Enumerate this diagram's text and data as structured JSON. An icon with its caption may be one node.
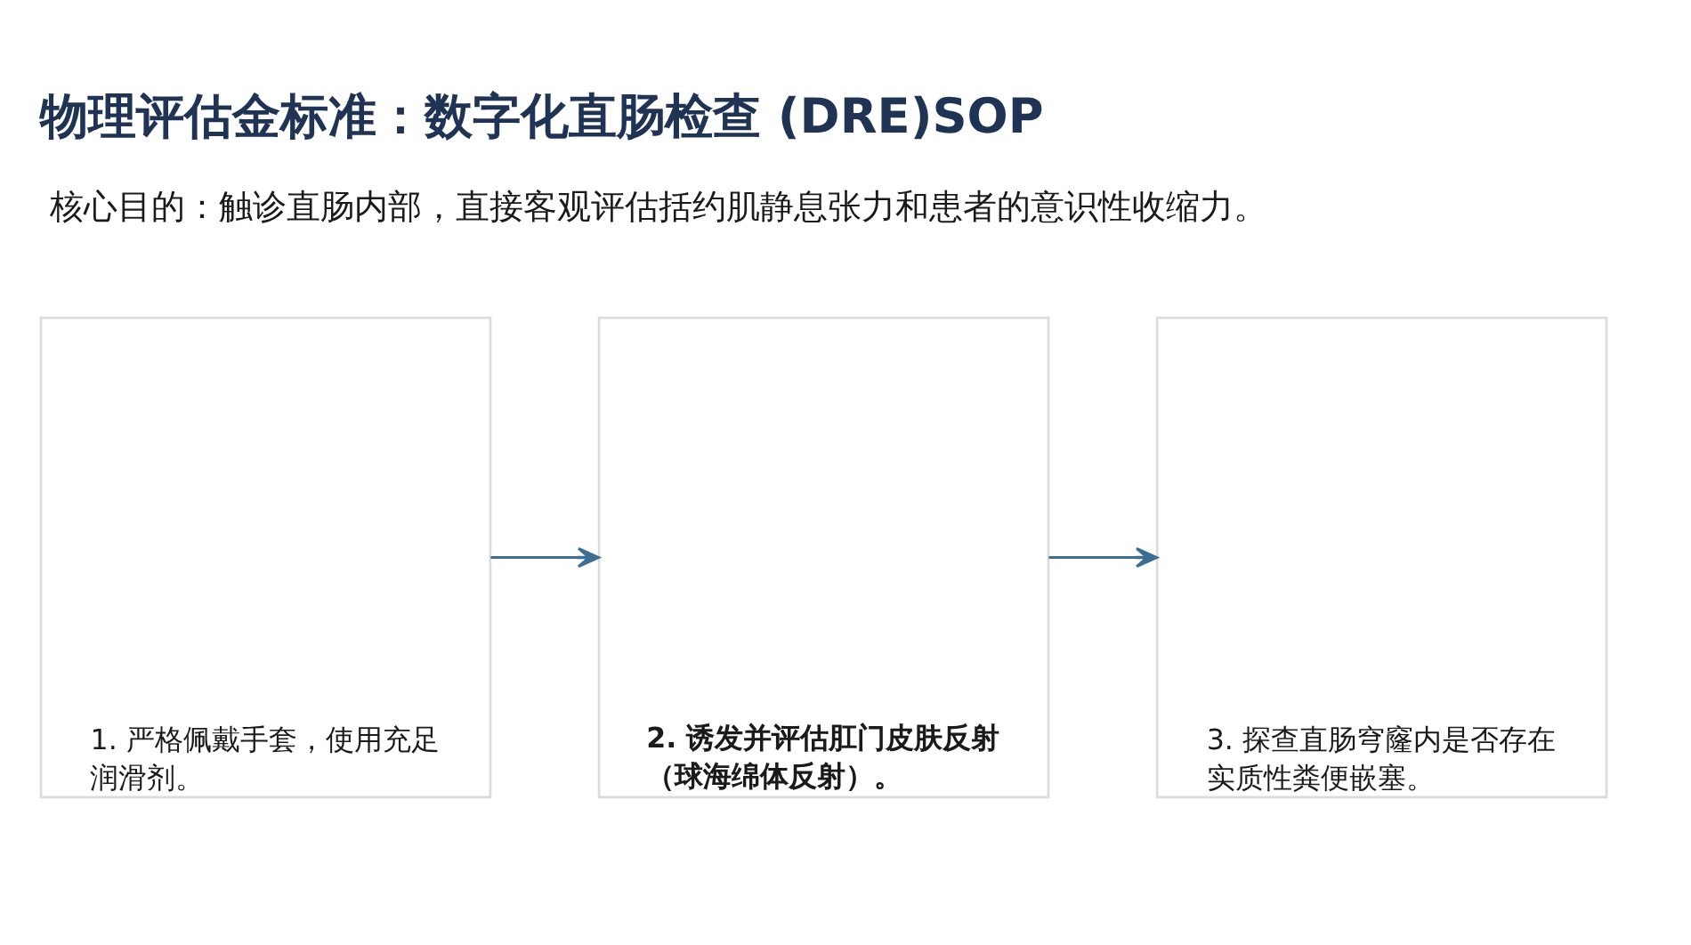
{
  "diagram": {
    "title": "物理评估金标准：数字化直肠检查 (DRE)SOP",
    "nodes": [
      {
        "text": [
          "1. 严格佩戴手套，使用充足润滑剂。"
        ]
      },
      {
        "text": [
          "2. 诱发并评估肛门皮肤反射（球海绵体反射）。"
        ]
      },
      {
        "text": [
          "3. 探查直肠穹窿内是否存在实质性粪便嵌塞。"
        ]
      }
    ],
    "edges": [
      {
        "from": 0,
        "to": 1,
        "arrow": "to"
      },
      {
        "from": 1,
        "to": 2,
        "arrow": "to"
      }
    ],
    "labels": [
      "核心目的：触诊直肠内部，直接客观评估括约肌静息张力和患者的意识性收缩力。"
    ]
  }
}
